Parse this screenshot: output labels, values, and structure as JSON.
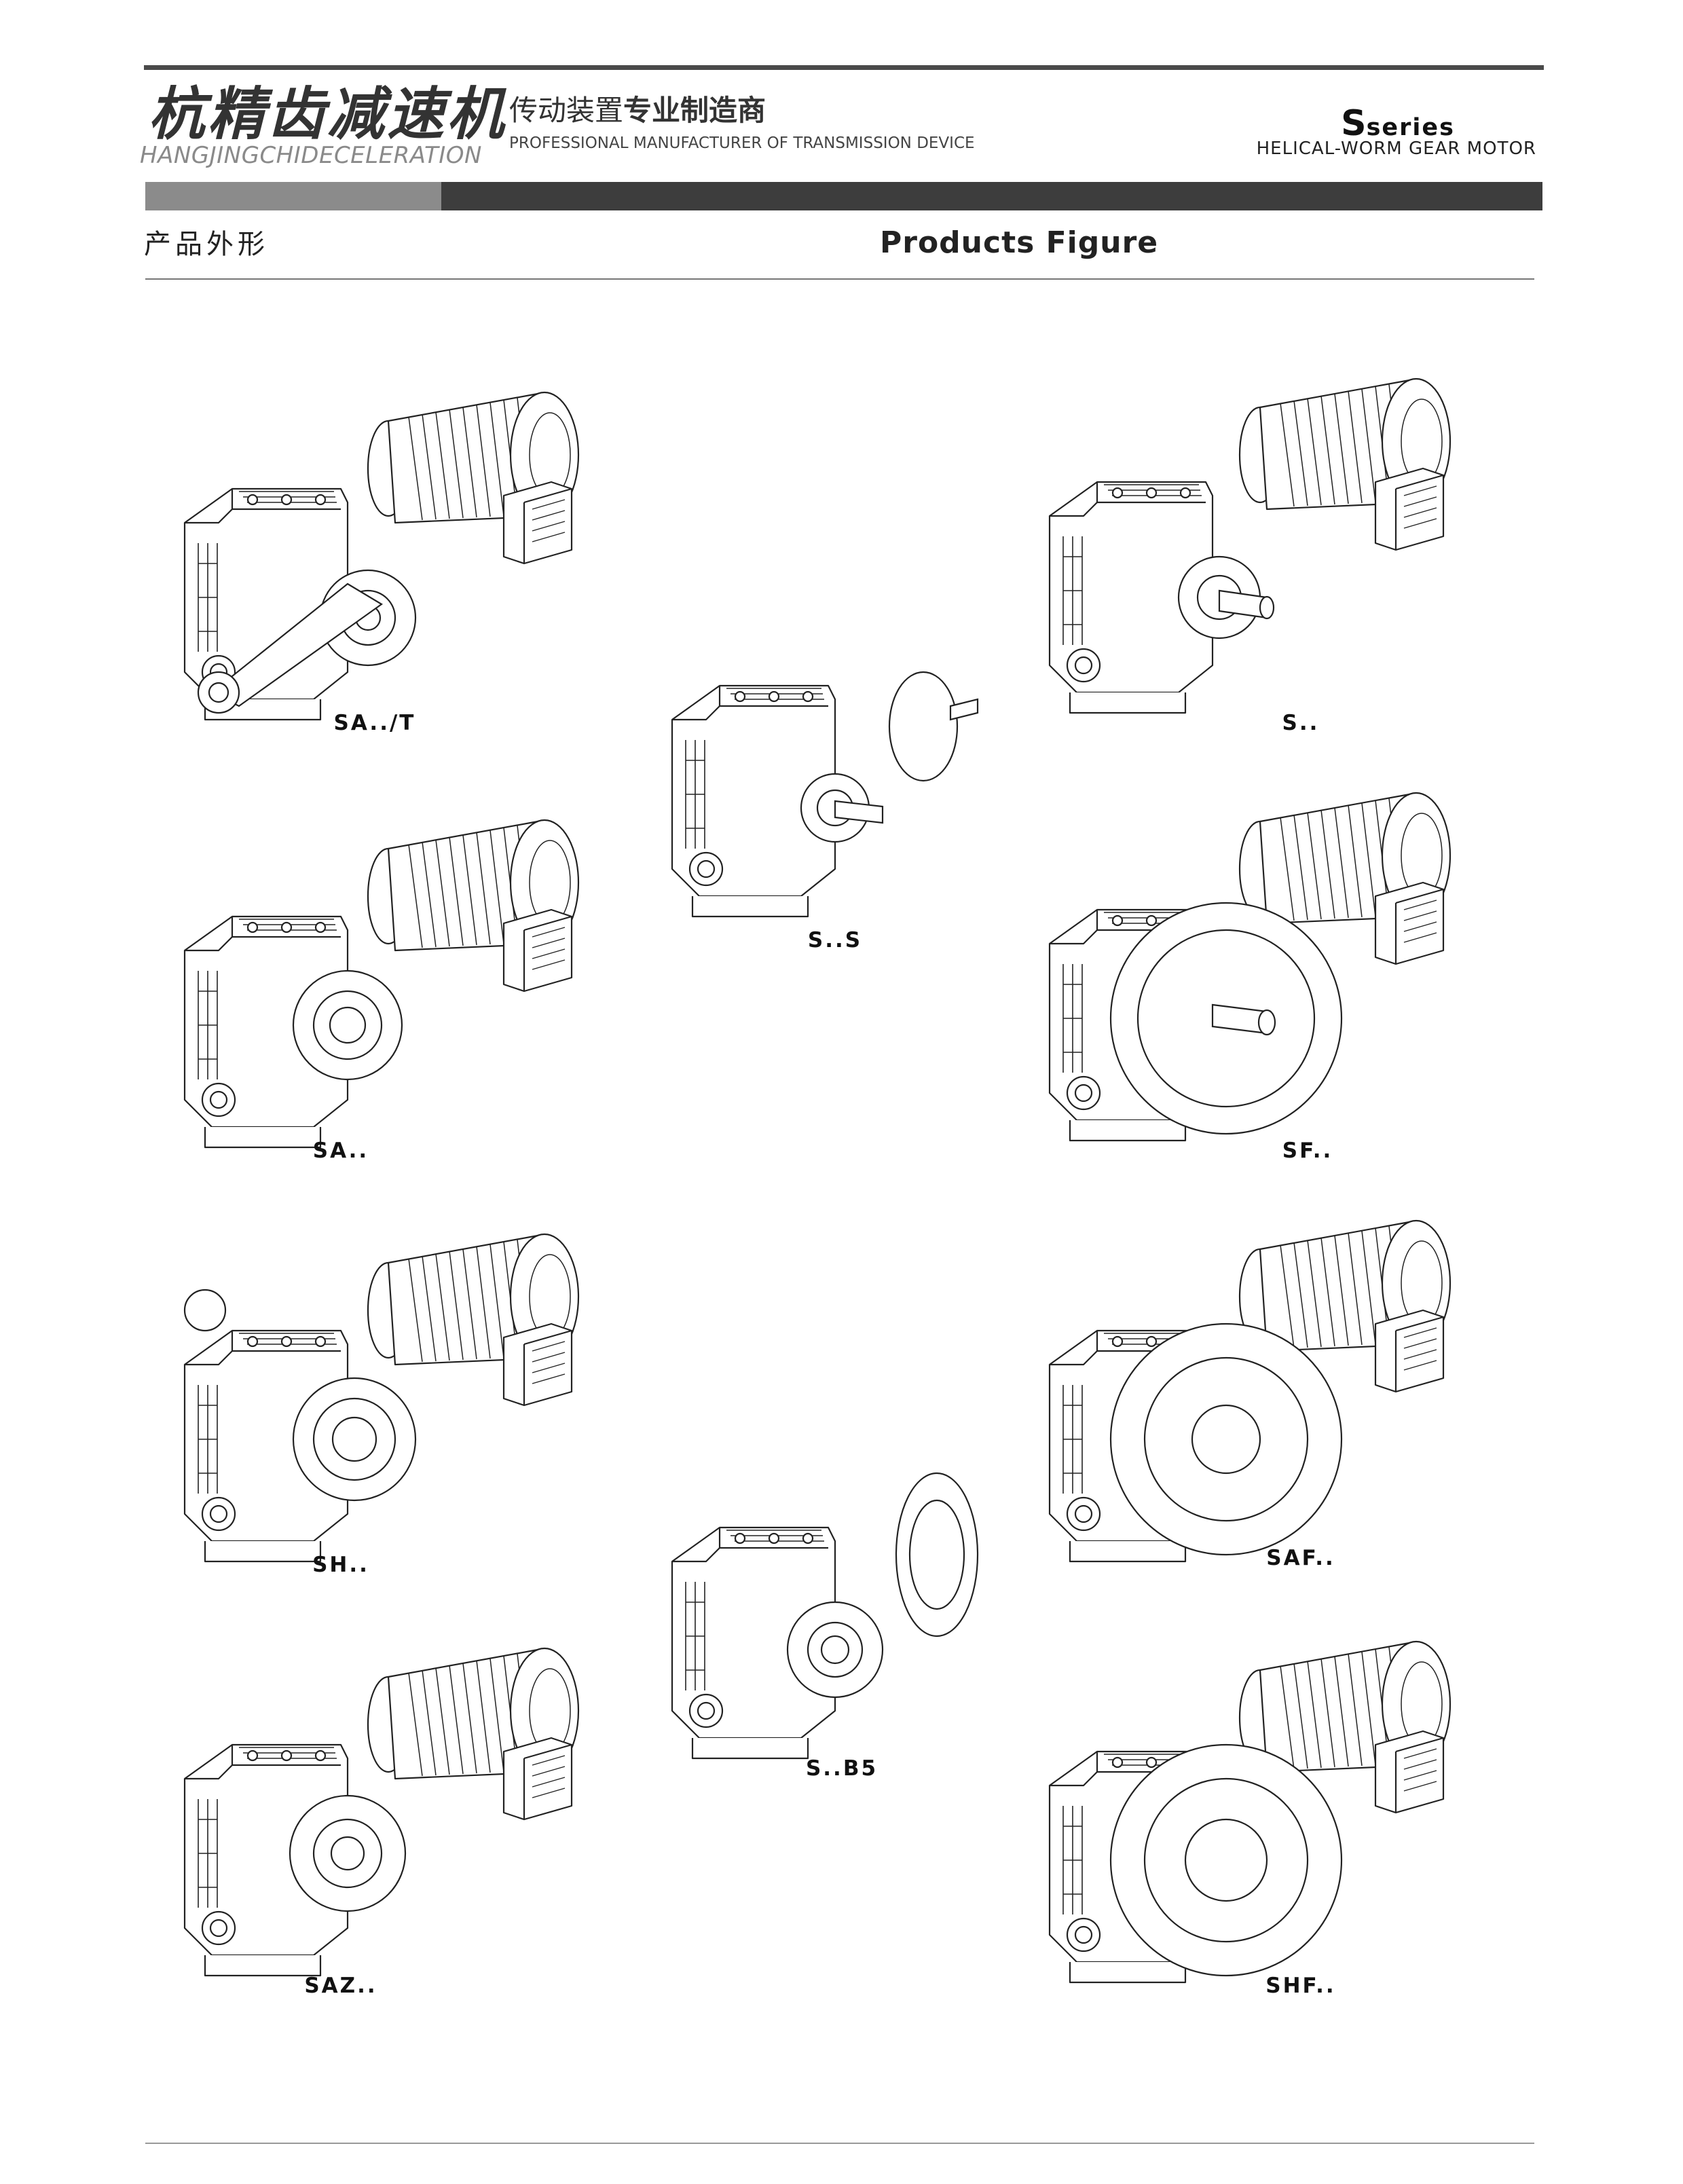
{
  "header": {
    "logo_cn": "杭精齿减速机",
    "logo_en": "HANGJINGCHIDECELERATION",
    "tagline_cn_light": "传动装置",
    "tagline_cn_bold": "专业制造商",
    "tagline_en": "PROFESSIONAL MANUFACTURER OF TRANSMISSION DEVICE",
    "series_letter": "S",
    "series_word": "series",
    "series_subtitle": "HELICAL-WORM GEAR MOTOR"
  },
  "section": {
    "title_cn": "产品外形",
    "title_en": "Products Figure"
  },
  "products": [
    {
      "label": "SA../T",
      "icon": "gear-motor-torque-arm"
    },
    {
      "label": "S..",
      "icon": "gear-motor-solid-shaft"
    },
    {
      "label": "S..S",
      "icon": "gear-reducer-input-shaft"
    },
    {
      "label": "SA..",
      "icon": "gear-motor-hollow-shaft"
    },
    {
      "label": "SF..",
      "icon": "gear-motor-flange-shaft"
    },
    {
      "label": "SH..",
      "icon": "gear-motor-shrink-disc"
    },
    {
      "label": "SAF..",
      "icon": "gear-motor-flange-hollow"
    },
    {
      "label": "S..B5",
      "icon": "gear-reducer-b5-flange"
    },
    {
      "label": "SAZ..",
      "icon": "gear-motor-torque-flange"
    },
    {
      "label": "SHF..",
      "icon": "gear-motor-flange-shrink-disc"
    }
  ]
}
